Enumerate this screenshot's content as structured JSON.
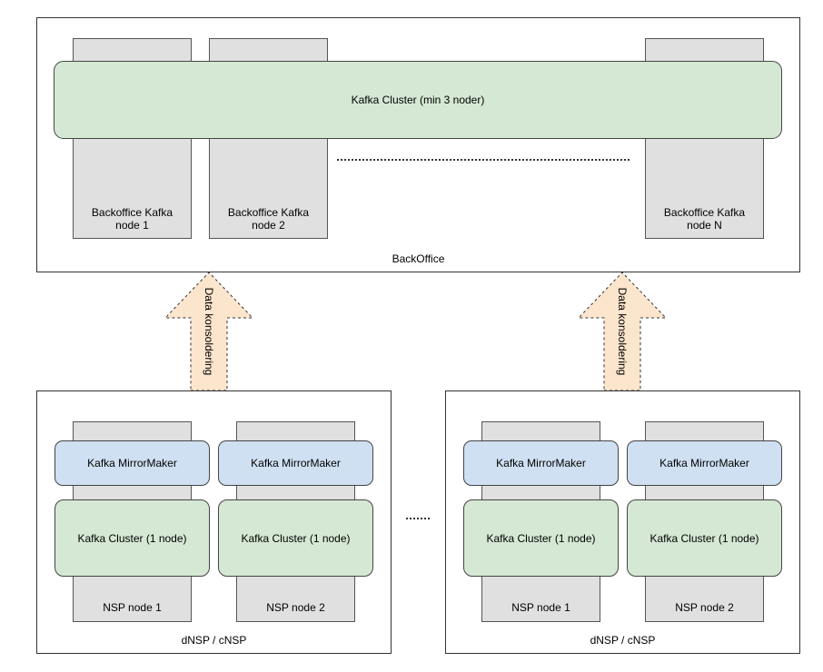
{
  "backoffice": {
    "caption": "BackOffice",
    "cluster_label": "Kafka Cluster (min 3 noder)",
    "nodes": [
      {
        "line1": "Backoffice Kafka",
        "line2": "node 1"
      },
      {
        "line1": "Backoffice Kafka",
        "line2": "node 2"
      },
      {
        "line1": "Backoffice Kafka",
        "line2": "node N"
      }
    ]
  },
  "arrows": {
    "left_label": "Data konsoldering",
    "right_label": "Data konsoldering",
    "fill_color": "#fce5cd"
  },
  "sites": [
    {
      "caption": "dNSP / cNSP",
      "nodes": [
        {
          "mirror": "Kafka MirrorMaker",
          "cluster": "Kafka Cluster (1 node)",
          "name": "NSP node 1"
        },
        {
          "mirror": "Kafka MirrorMaker",
          "cluster": "Kafka Cluster (1 node)",
          "name": "NSP node 2"
        }
      ]
    },
    {
      "caption": "dNSP / cNSP",
      "nodes": [
        {
          "mirror": "Kafka MirrorMaker",
          "cluster": "Kafka Cluster (1 node)",
          "name": "NSP node 1"
        },
        {
          "mirror": "Kafka MirrorMaker",
          "cluster": "Kafka Cluster (1 node)",
          "name": "NSP node 2"
        }
      ]
    }
  ],
  "colors": {
    "cluster_green": "#d5e8d4",
    "mirror_blue": "#cfe0f2",
    "node_gray": "#e0e0e0"
  }
}
